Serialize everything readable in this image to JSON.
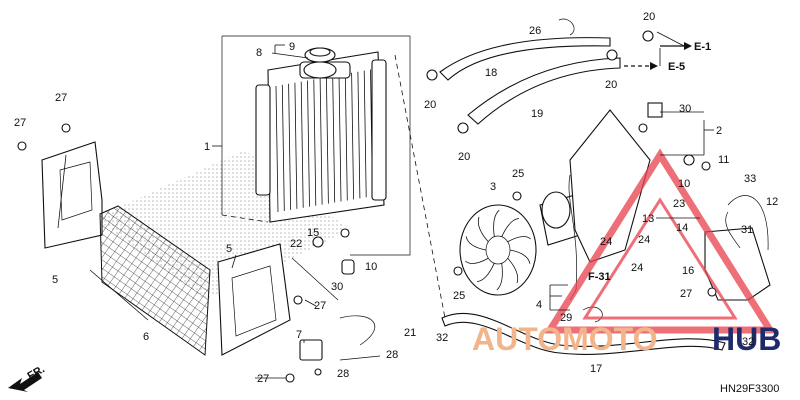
{
  "diagram_code": "HN29F3300",
  "direction_label": "FR.",
  "watermark": {
    "text_a": "AUTOMOTO",
    "text_b": "HUB",
    "color_a": "#f2b48a",
    "color_b": "#1f2a6b",
    "icon_color": "#e8414d"
  },
  "refs": [
    "E-1",
    "E-5",
    "F-31"
  ],
  "callouts": [
    "1",
    "2",
    "3",
    "4",
    "5",
    "5",
    "6",
    "7",
    "8",
    "9",
    "10",
    "10",
    "11",
    "12",
    "13",
    "14",
    "15",
    "16",
    "17",
    "18",
    "19",
    "20",
    "20",
    "20",
    "20",
    "21",
    "22",
    "23",
    "24",
    "24",
    "24",
    "25",
    "25",
    "26",
    "27",
    "27",
    "27",
    "27",
    "27",
    "28",
    "28",
    "29",
    "30",
    "30",
    "31",
    "32",
    "32",
    "33"
  ]
}
